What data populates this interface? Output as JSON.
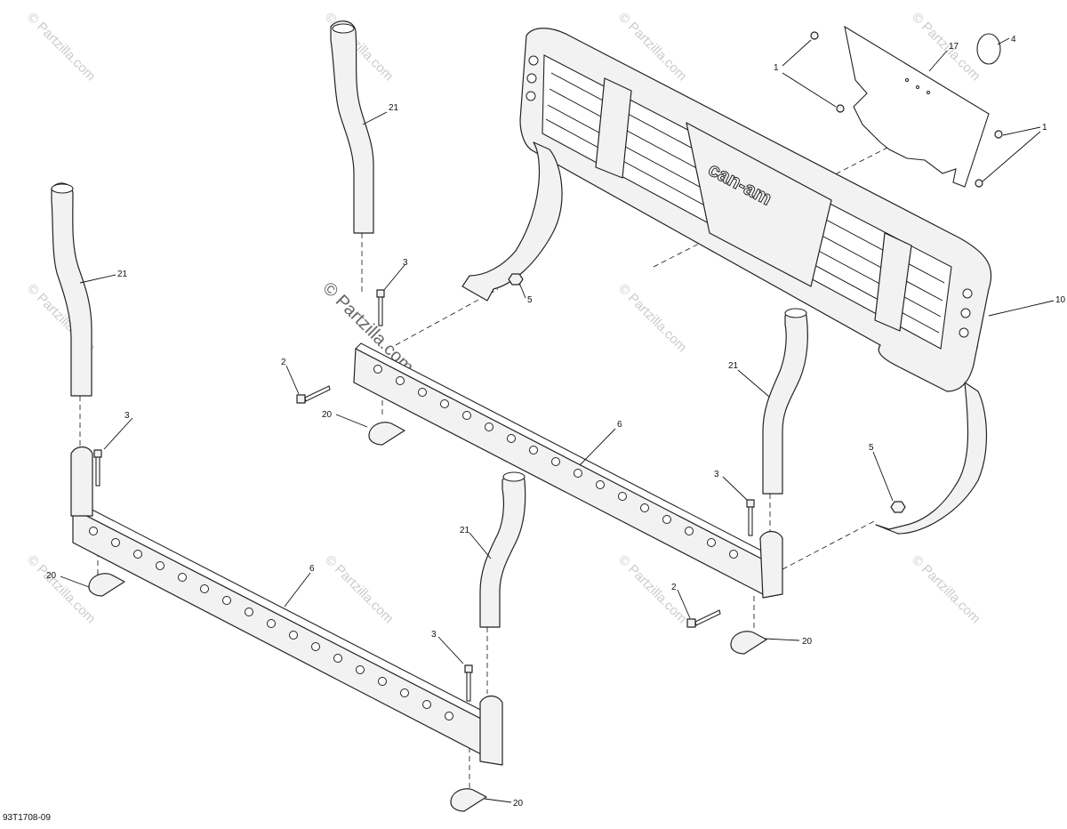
{
  "diagram_ref": "93T1708-09",
  "watermark": {
    "text": "© Partzilla.com",
    "center_text": "© Partzilla.com"
  },
  "brand_label": "can-am",
  "callouts": {
    "c1a": "1",
    "c1b": "1",
    "c2a": "2",
    "c2b": "2",
    "c3a": "3",
    "c3b": "3",
    "c3c": "3",
    "c3d": "3",
    "c4": "4",
    "c5a": "5",
    "c5b": "5",
    "c6a": "6",
    "c6b": "6",
    "c10": "10",
    "c17": "17",
    "c20a": "20",
    "c20b": "20",
    "c20c": "20",
    "c20d": "20",
    "c21a": "21",
    "c21b": "21",
    "c21c": "21",
    "c21d": "21"
  }
}
